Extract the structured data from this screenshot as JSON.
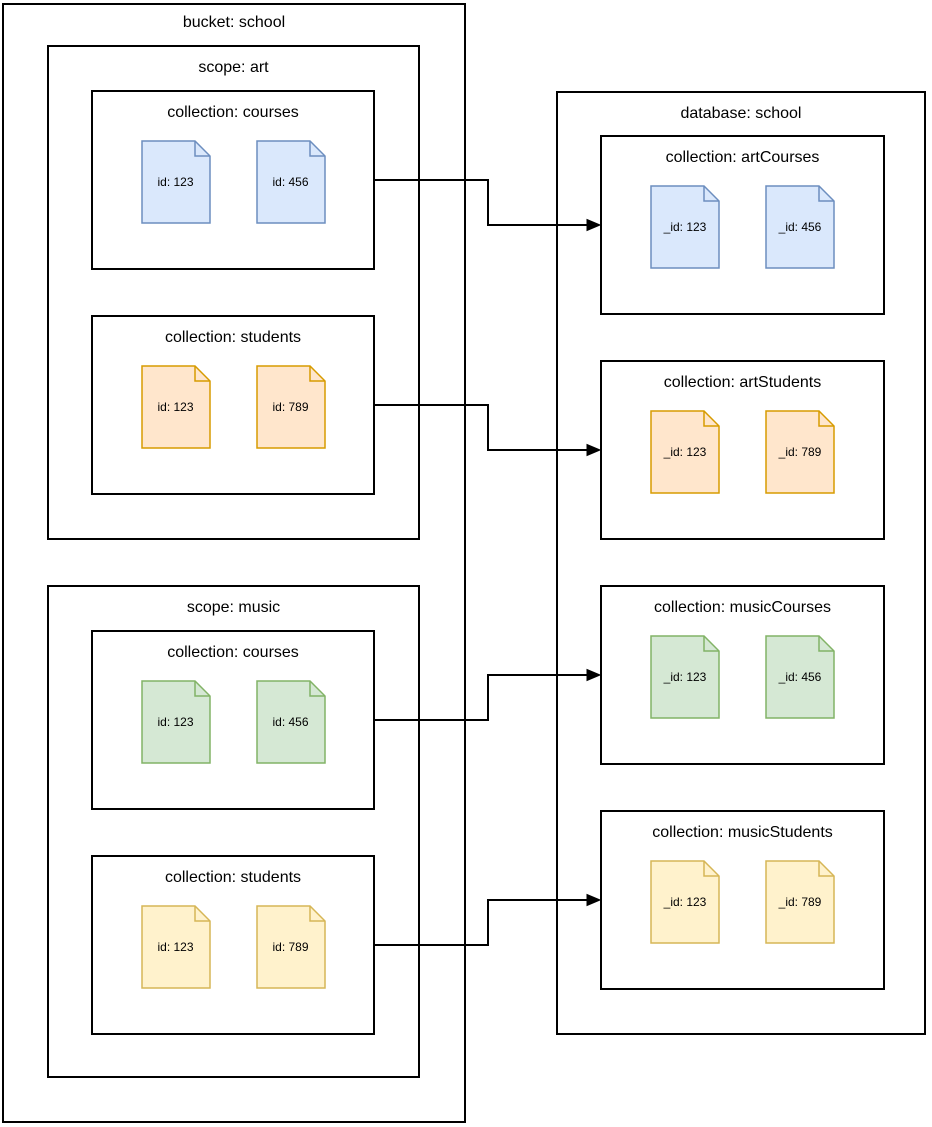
{
  "bucket": {
    "title": "bucket: school",
    "scopes": [
      {
        "title": "scope: art",
        "collections": [
          {
            "title": "collection: courses",
            "color": "blue",
            "docs": [
              "id: 123",
              "id: 456"
            ]
          },
          {
            "title": "collection: students",
            "color": "orange",
            "docs": [
              "id: 123",
              "id: 789"
            ]
          }
        ]
      },
      {
        "title": "scope: music",
        "collections": [
          {
            "title": "collection: courses",
            "color": "green",
            "docs": [
              "id: 123",
              "id: 456"
            ]
          },
          {
            "title": "collection: students",
            "color": "yellow",
            "docs": [
              "id: 123",
              "id: 789"
            ]
          }
        ]
      }
    ]
  },
  "database": {
    "title": "database: school",
    "collections": [
      {
        "title": "collection: artCourses",
        "color": "blue",
        "docs": [
          "_id: 123",
          "_id: 456"
        ]
      },
      {
        "title": "collection: artStudents",
        "color": "orange",
        "docs": [
          "_id: 123",
          "_id: 789"
        ]
      },
      {
        "title": "collection: musicCourses",
        "color": "green",
        "docs": [
          "_id: 123",
          "_id: 456"
        ]
      },
      {
        "title": "collection: musicStudents",
        "color": "yellow",
        "docs": [
          "_id: 123",
          "_id: 789"
        ]
      }
    ]
  },
  "colors": {
    "blue": {
      "fill": "#dae8fc",
      "stroke": "#6c8ebf"
    },
    "orange": {
      "fill": "#ffe6cc",
      "stroke": "#d79b00"
    },
    "green": {
      "fill": "#d5e8d4",
      "stroke": "#82b366"
    },
    "yellow": {
      "fill": "#fff2cc",
      "stroke": "#d6b656"
    },
    "line": "#000000"
  }
}
